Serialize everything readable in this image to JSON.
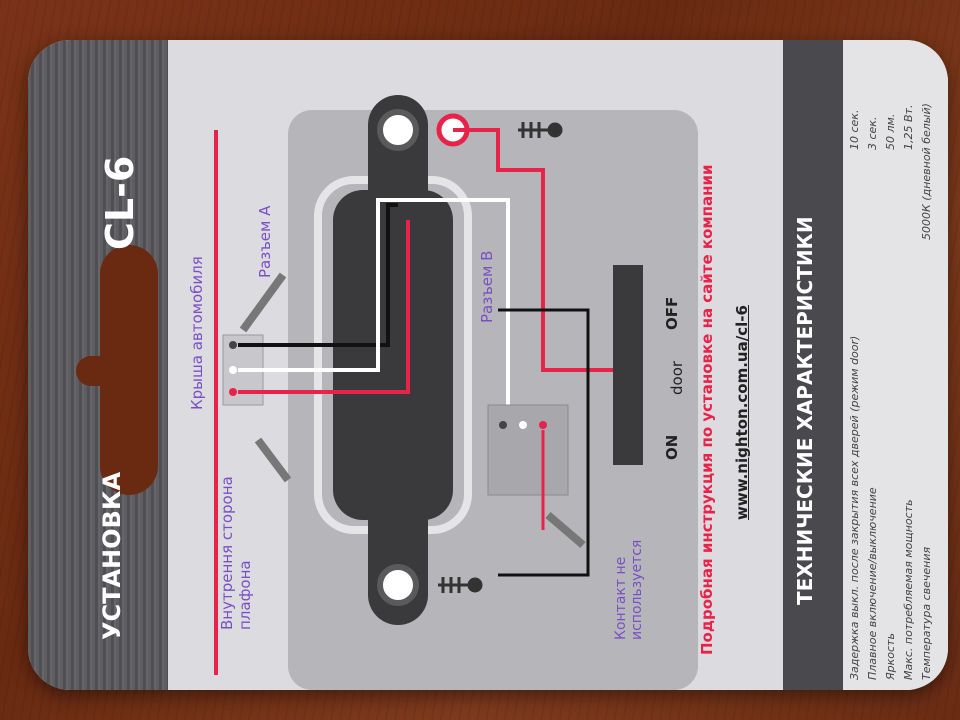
{
  "card": {
    "model": "CL-6",
    "section_title": "УСТАНОВКА",
    "roof_label": "Крыша автомобиля",
    "inner_side_label": "Внутрення сторона плафона",
    "connector_a": "Разъем А",
    "connector_b": "Разъем B",
    "unused_contact": "Контакт не используется",
    "switch_on": "ON",
    "switch_door": "door",
    "switch_off": "OFF",
    "instruction_note": "Подробная инструкция по установке на сайте компании",
    "website": "www.nighton.com.ua/cl-6",
    "specs_title": "ТЕХНИЧЕСКИЕ ХАРАКТЕРИСТИКИ",
    "specs": [
      {
        "label": "Задержка выкл. после закрытия всех дверей (режим door)",
        "value": "10 сек."
      },
      {
        "label": "Плавное включение/выключение",
        "value": "3 сек."
      },
      {
        "label": "Яркость",
        "value": "50 лм."
      },
      {
        "label": "Макс. потребляемая мощность",
        "value": "1,25 Вт."
      },
      {
        "label": "Температура свечения",
        "value": "5000К (дневной белый)"
      }
    ]
  },
  "colors": {
    "accent": "#e8234a",
    "title_purple": "#7a4fc4",
    "band": "#4a4a4e"
  }
}
